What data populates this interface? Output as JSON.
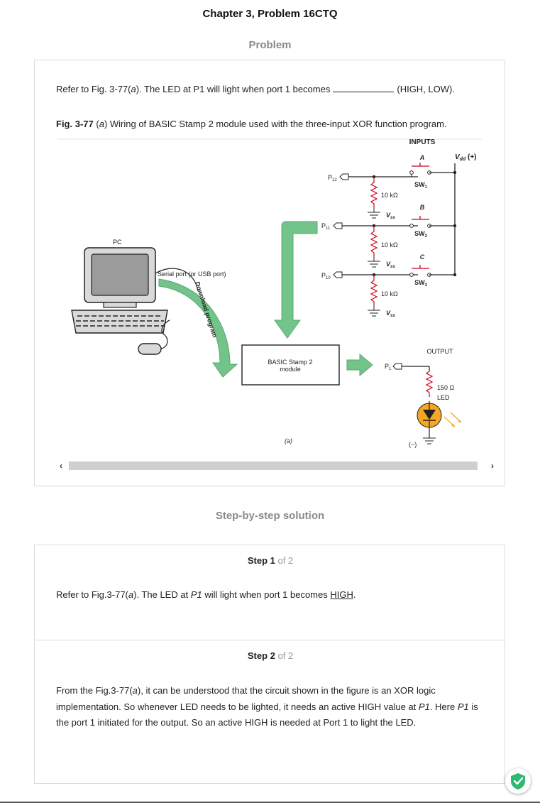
{
  "page_title": "Chapter 3, Problem 16CTQ",
  "problem_heading": "Problem",
  "question": {
    "part1": "Refer to Fig. 3-77(",
    "a": "a",
    "part2": "). The LED at P1 will light when port 1 becomes",
    "part3": "(HIGH, LOW)."
  },
  "caption": {
    "label": "Fig. 3-77",
    "open": " (",
    "a": "a",
    "text": ") Wiring of BASIC Stamp 2 module used with the three-input XOR function program."
  },
  "figure": {
    "inputs_label": "INPUTS",
    "vdd_label": "V",
    "vdd_sub": "dd",
    "vdd_sign": " (+)",
    "switch_letters": [
      "A",
      "B",
      "C"
    ],
    "switch_names": [
      "SW",
      "SW",
      "SW"
    ],
    "switch_subs": [
      "1",
      "2",
      "3"
    ],
    "port_names": [
      "P",
      "P",
      "P"
    ],
    "port_subs": [
      "12",
      "11",
      "10"
    ],
    "resistor_label": "10 kΩ",
    "vss_label": "V",
    "vss_sub": "ss",
    "pc_label": "PC",
    "serial_label": "Serial port (or USB port)",
    "download_label": "Download program",
    "module_line1": "BASIC Stamp 2",
    "module_line2": "module",
    "output_label": "OUTPUT",
    "p1_label": "P",
    "p1_sub": "1",
    "led_resistor": "150 Ω",
    "led_label": "LED",
    "minus_label": "(−)",
    "sub_caption": "(a)"
  },
  "colors": {
    "arrow_green": "#72c48a",
    "led_orange": "#f5a623",
    "shield_green": "#2eb872"
  },
  "step_heading": "Step-by-step solution",
  "steps": [
    {
      "step_word": "Step 1",
      "of_text": " of 2",
      "text1": "Refer to Fig.3-77(",
      "a": "a",
      "text2": "). The LED at ",
      "p1": "P1",
      "text3": " will light when port 1 becomes ",
      "answer": "HIGH",
      "text4": "."
    },
    {
      "step_word": "Step 2",
      "of_text": " of 2",
      "text1": "From the Fig.3-77(",
      "a": "a",
      "text2": "), it can be understood that the circuit shown in the figure is an XOR logic implementation. So whenever LED needs to be lighted, it needs an active HIGH value at ",
      "p1a": "P1",
      "text3": ". Here ",
      "p1b": "P1",
      "text4": " is the port 1 initiated for the output. So an active HIGH is needed at Port 1 to light the LED."
    }
  ]
}
